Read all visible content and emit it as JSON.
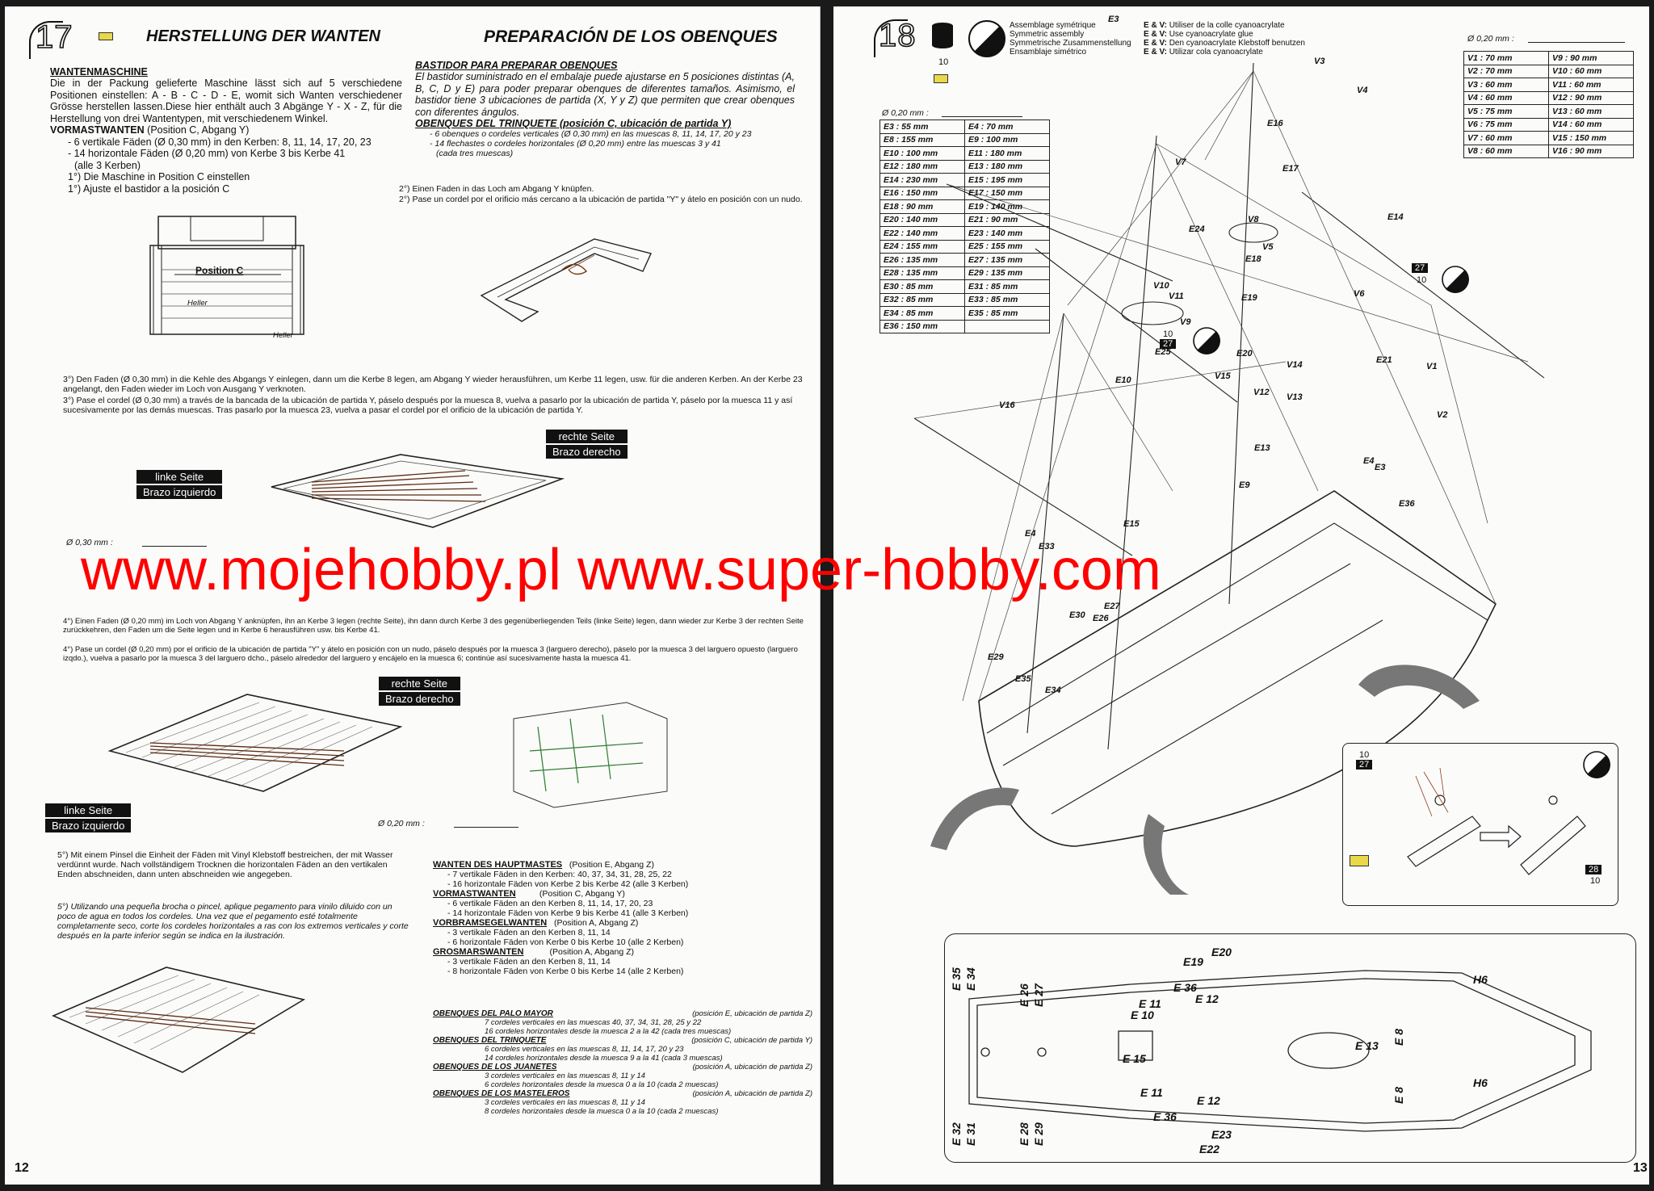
{
  "watermark": "www.mojehobby.pl www.super-hobby.com",
  "left": {
    "step": "17",
    "title_de": "HERSTELLUNG DER WANTEN",
    "title_es": "PREPARACIÓN DE LOS OBENQUES",
    "wm_head": "WANTENMASCHINE",
    "wm_text": "Die in der Packung gelieferte Maschine lässt sich auf 5 verschiedene Positionen einstellen: A - B - C - D - E, womit sich Wanten verschiedener Grösse herstellen lassen.Diese hier enthält auch 3 Abgänge Y - X - Z, für die Herstellung von drei Wantentypen, mit verschiedenem Winkel.",
    "vm_head": "VORMASTWANTEN",
    "vm_pos": "(Position C, Abgang Y)",
    "vm_l1": "- 6 vertikale Fäden (Ø 0,30 mm) in den Kerben: 8, 11, 14, 17, 20, 23",
    "vm_l2": "- 14 horizontale Fäden (Ø 0,20 mm) von Kerbe 3 bis Kerbe 41",
    "vm_l3": "(alle 3 Kerben)",
    "s1_de": "1°) Die Maschine in Position C einstellen",
    "s1_es": "1°) Ajuste el bastidor a la posición C",
    "bast_head": "BASTIDOR PARA PREPARAR OBENQUES",
    "bast_text": "El bastidor suministrado en el embalaje puede ajustarse en 5 posiciones distintas (A, B, C, D y E) para poder preparar obenques de diferentes tamaños. Asimismo, el bastidor tiene 3 ubicaciones de partida (X, Y y Z) que permiten que crear obenques con diferentes ángulos.",
    "obt_head": "OBENQUES DEL TRINQUETE (posición C, ubicación de partida Y)",
    "obt_l1": "- 6 obenques o cordeles verticales (Ø 0,30 mm) en las muescas 8, 11, 14, 17, 20 y 23",
    "obt_l2": "- 14 flechastes o cordeles horizontales (Ø 0,20 mm) entre las muescas 3 y 41",
    "obt_l3": "(cada tres muescas)",
    "s2_de": "2°) Einen Faden in das Loch am Abgang Y knüpfen.",
    "s2_es": "2°) Pase un cordel por el orificio más cercano a la ubicación de partida \"Y\" y átelo en posición con un nudo.",
    "position_label": "Position C",
    "heller1": "Heller",
    "heller2": "Heller",
    "s3_de": "3°) Den Faden (Ø 0,30 mm) in die Kehle des Abgangs Y einlegen, dann um die Kerbe 8 legen, am Abgang Y wieder herausführen, um Kerbe 11 legen, usw. für die anderen Kerben. An der Kerbe 23 angelangt, den Faden wieder im Loch von Ausgang Y verknoten.",
    "s3_es": "3°) Pase el cordel (Ø 0,30 mm) a través de la bancada de la ubicación de partida Y, páselo después por la muesca 8, vuelva a pasarlo por la ubicación de partida Y, páselo por la muesca 11 y así sucesivamente por las demás muescas. Tras pasarlo por la muesca 23, vuelva a pasar el cordel por el orificio de la ubicación de partida Y.",
    "rechte": "rechte Seite",
    "brazo_der": "Brazo derecho",
    "linke": "linke Seite",
    "brazo_izq": "Brazo izquierdo",
    "diam30": "Ø 0,30 mm :",
    "s4_de": "4°) Einen Faden (Ø 0,20 mm) im Loch von Abgang Y anknüpfen, ihn an Kerbe 3 legen (rechte Seite), ihn dann durch Kerbe 3 des gegenüberliegenden Teils (linke Seite) legen, dann wieder zur Kerbe 3 der rechten Seite zurückkehren, den Faden um die Seite legen und in Kerbe 6 herausführen usw. bis Kerbe 41.",
    "s4_es": "4°) Pase un cordel (Ø 0,20 mm) por el orificio de la ubicación de partida \"Y\" y átelo en posición con un nudo, páselo después por la muesca 3 (larguero derecho), páselo por la muesca 3 del larguero opuesto (larguero izqdo.), vuelva a pasarlo por la muesca 3 del larguero dcho., páselo alrededor del larguero y encájelo en la muesca 6; continúe así sucesivamente hasta la muesca 41.",
    "diam20": "Ø 0,20 mm :",
    "s5_de": "5°) Mit einem Pinsel die Einheit der Fäden mit Vinyl Klebstoff bestreichen, der mit Wasser verdünnt wurde. Nach vollständigem Trocknen die horizontalen Fäden an den vertikalen Enden abschneiden, dann unten abschneiden wie angegeben.",
    "s5_es": "5°) Utilizando una pequeña brocha o pincel, aplique pegamento para vinilo diluido con un poco de agua en todos los cordeles. Una vez que el pegamento esté totalmente completamente seco, corte los cordeles horizontales a ras con los extremos verticales y corte después en la parte inferior según se indica en la ilustración.",
    "hm_head": "WANTEN DES HAUPTMASTES",
    "hm_pos": "(Position E, Abgang Z)",
    "hm_l1": "- 7 vertikale Fäden in den Kerben: 40, 37, 34, 31, 28, 25, 22",
    "hm_l2": "- 16 horizontale Fäden von Kerbe 2 bis Kerbe 42 (alle 3 Kerben)",
    "vm2_head": "VORMASTWANTEN",
    "vm2_pos": "(Position C, Abgang Y)",
    "vm2_l1": "- 6 vertikale Fäden an den Kerben 8, 11, 14, 17, 20, 23",
    "vm2_l2": "- 14 horizontale Fäden von Kerbe 9 bis Kerbe 41 (alle 3 Kerben)",
    "vb_head": "VORBRAMSEGELWANTEN",
    "vb_pos": "(Position A, Abgang Z)",
    "vb_l1": "- 3 vertikale Fäden an den Kerben 8, 11, 14",
    "vb_l2": "- 6 horizontale Fäden von Kerbe 0 bis Kerbe 10 (alle 2 Kerben)",
    "gm_head": "GROSMARSWANTEN",
    "gm_pos": "(Position A, Abgang Z)",
    "gm_l1": "- 3 vertikale Fäden an den Kerben 8, 11, 14",
    "gm_l2": "- 8 horizontale Fäden von Kerbe 0 bis Kerbe 14 (alle 2 Kerben)",
    "pm_head": "OBENQUES DEL PALO MAYOR",
    "pm_pos": "(posición E, ubicación de partida Z)",
    "pm_l1": "7 cordeles verticales en las muescas 40, 37, 34, 31, 28, 25 y 22",
    "pm_l2": "16 cordeles horizontales desde la muesca 2 a la 42 (cada tres muescas)",
    "tr_head": "OBENQUES DEL TRINQUETE",
    "tr_pos": "(posición C, ubicación de partida Y)",
    "tr_l1": "6 cordeles verticales en las muescas 8, 11, 14, 17, 20 y 23",
    "tr_l2": "14 cordeles horizontales desde la muesca 9 a la 41 (cada 3 muescas)",
    "ju_head": "OBENQUES DE LOS JUANETES",
    "ju_pos": "(posición A, ubicación de partida Z)",
    "ju_l1": "3 cordeles verticales en las muescas 8, 11 y 14",
    "ju_l2": "6 cordeles horizontales desde la muesca 0 a la 10 (cada 2 muescas)",
    "ma_head": "OBENQUES DE LOS MASTELEROS",
    "ma_pos": "(posición A, ubicación de partida Z)",
    "ma_l1": "3 cordeles verticales en las muescas 8, 11 y 14",
    "ma_l2": "8 cordeles horizontales desde la muesca 0 a la 10 (cada 2 muescas)",
    "page_number": "12"
  },
  "right": {
    "step": "18",
    "can_number": "10",
    "sym1": "Assemblage symétrique",
    "sym2": "Symmetric assembly",
    "sym3": "Symmetrische Zusammenstellung",
    "sym4": "Ensamblaje simétrico",
    "glue1_k": "E & V:",
    "glue1": "Utiliser de la colle cyanoacrylate",
    "glue2_k": "E & V:",
    "glue2": "Use cyanoacrylate glue",
    "glue3_k": "E & V:",
    "glue3": "Den cyanoacrylate Klebstoff benutzen",
    "glue4_k": "E & V:",
    "glue4": "Utilizar cola cyanoacrylate",
    "diam_right": "Ø 0,20 mm :",
    "diam_left": "Ø 0,20 mm :",
    "v_table": [
      [
        "V1 : 70 mm",
        "V9 : 90 mm"
      ],
      [
        "V2 : 70 mm",
        "V10 : 60 mm"
      ],
      [
        "V3 : 60 mm",
        "V11 : 60 mm"
      ],
      [
        "V4 : 60 mm",
        "V12 : 90 mm"
      ],
      [
        "V5 : 75 mm",
        "V13 : 60 mm"
      ],
      [
        "V6 : 75 mm",
        "V14 : 60 mm"
      ],
      [
        "V7 : 60 mm",
        "V15 : 150 mm"
      ],
      [
        "V8 : 60 mm",
        "V16 : 90 mm"
      ]
    ],
    "e_table": [
      [
        "E3 : 55 mm",
        "E4 : 70 mm"
      ],
      [
        "E8 : 155 mm",
        "E9 : 100 mm"
      ],
      [
        "E10 : 100 mm",
        "E11 : 180 mm"
      ],
      [
        "E12 : 180 mm",
        "E13 : 180 mm"
      ],
      [
        "E14 : 230 mm",
        "E15 : 195 mm"
      ],
      [
        "E16 : 150 mm",
        "E17 : 150 mm"
      ],
      [
        "E18 : 90 mm",
        "E19 : 140 mm"
      ],
      [
        "E20 : 140 mm",
        "E21 : 90 mm"
      ],
      [
        "E22 : 140 mm",
        "E23 : 140 mm"
      ],
      [
        "E24 : 155 mm",
        "E25 : 155 mm"
      ],
      [
        "E26 : 135 mm",
        "E27 : 135 mm"
      ],
      [
        "E28 : 135 mm",
        "E29 : 135 mm"
      ],
      [
        "E30 : 85 mm",
        "E31 : 85 mm"
      ],
      [
        "E32 : 85 mm",
        "E33 : 85 mm"
      ],
      [
        "E34 : 85 mm",
        "E35 : 85 mm"
      ],
      [
        "E36 : 150 mm",
        ""
      ]
    ],
    "ship_labels": [
      "V3",
      "V4",
      "E16",
      "E17",
      "V7",
      "E24",
      "V8",
      "E18",
      "V5",
      "E14",
      "V6",
      "V10",
      "V11",
      "E19",
      "V9",
      "E25",
      "E20",
      "V14",
      "E21",
      "V1",
      "V15",
      "E10",
      "V12",
      "V13",
      "V16",
      "V2",
      "E4",
      "E3",
      "E13",
      "E9",
      "E15",
      "E4",
      "E33",
      "E30",
      "E26",
      "E27",
      "E29",
      "E35",
      "E34",
      "E36",
      "E3"
    ],
    "part27a": "27",
    "part10a": "10",
    "part27b": "27",
    "part10b": "10",
    "part27c": "27",
    "part10c": "10",
    "part28": "28",
    "part10d": "10",
    "plan_labels": {
      "e35": "E 35",
      "e34": "E 34",
      "e26": "E 26",
      "e27": "E 27",
      "e19": "E19",
      "e20": "E20",
      "e36a": "E 36",
      "e12a": "E 12",
      "e11a": "E 11",
      "e10": "E 10",
      "e15": "E 15",
      "e13": "E 13",
      "e8a": "E 8",
      "e8b": "E 8",
      "h6a": "H6",
      "h6b": "H6",
      "e11b": "E 11",
      "e36b": "E 36",
      "e12b": "E 12",
      "e23": "E23",
      "e22": "E22",
      "e32": "E 32",
      "e31": "E 31",
      "e28": "E 28",
      "e29": "E 29"
    },
    "page_number": "13"
  }
}
